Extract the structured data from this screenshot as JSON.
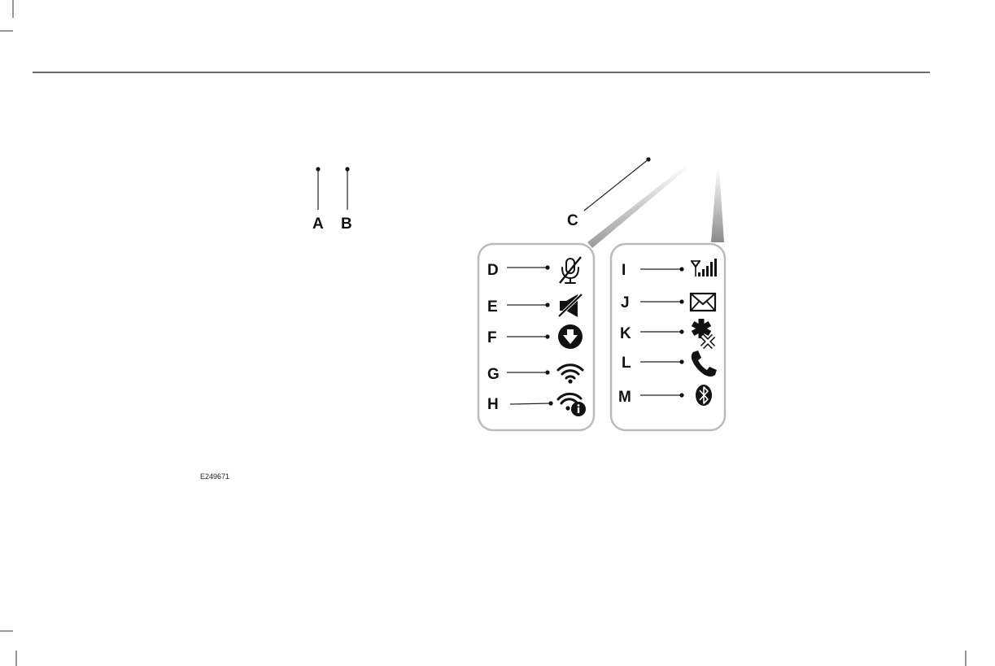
{
  "diagram": {
    "image_code": "E249671",
    "top_callouts": [
      "A",
      "B",
      "C"
    ],
    "left_panel": [
      {
        "label": "D",
        "icon": "microphone-muted-icon"
      },
      {
        "label": "E",
        "icon": "speaker-muted-icon"
      },
      {
        "label": "F",
        "icon": "download-icon"
      },
      {
        "label": "G",
        "icon": "wifi-icon"
      },
      {
        "label": "H",
        "icon": "wifi-info-icon"
      }
    ],
    "right_panel": [
      {
        "label": "I",
        "icon": "signal-strength-icon"
      },
      {
        "label": "J",
        "icon": "envelope-icon"
      },
      {
        "label": "K",
        "icon": "emergency-assistance-off-icon"
      },
      {
        "label": "L",
        "icon": "phone-icon"
      },
      {
        "label": "M",
        "icon": "bluetooth-icon"
      }
    ]
  }
}
